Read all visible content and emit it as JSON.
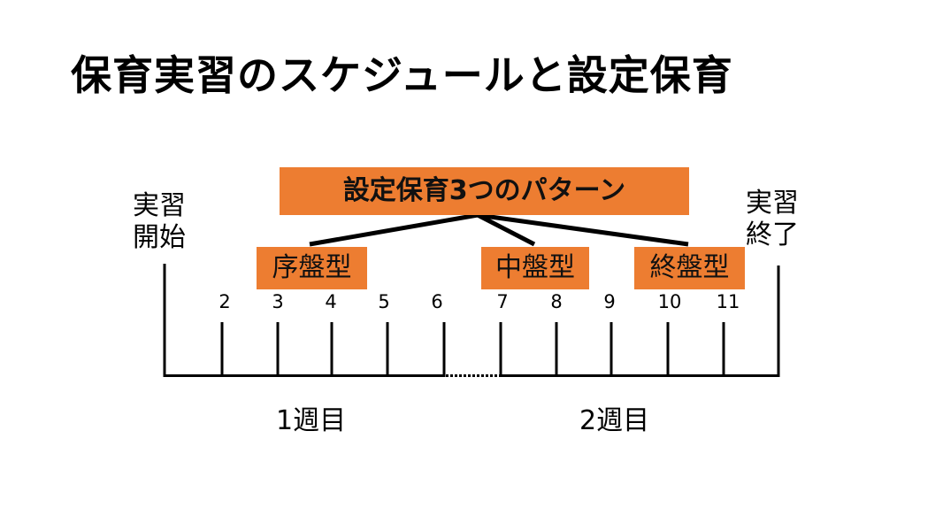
{
  "title": "保育実習のスケジュールと設定保育",
  "patterns_label": "設定保育3つのパターン",
  "phases": {
    "early": "序盤型",
    "middle": "中盤型",
    "late": "終盤型"
  },
  "start_label": "実習\n開始",
  "end_label": "実習\n終了",
  "days": [
    "2",
    "3",
    "4",
    "5",
    "6",
    "7",
    "8",
    "9",
    "10",
    "11"
  ],
  "weeks": {
    "week1": "1週目",
    "week2": "2週目"
  },
  "colors": {
    "accent": "#ed7d31",
    "line": "#000000"
  }
}
